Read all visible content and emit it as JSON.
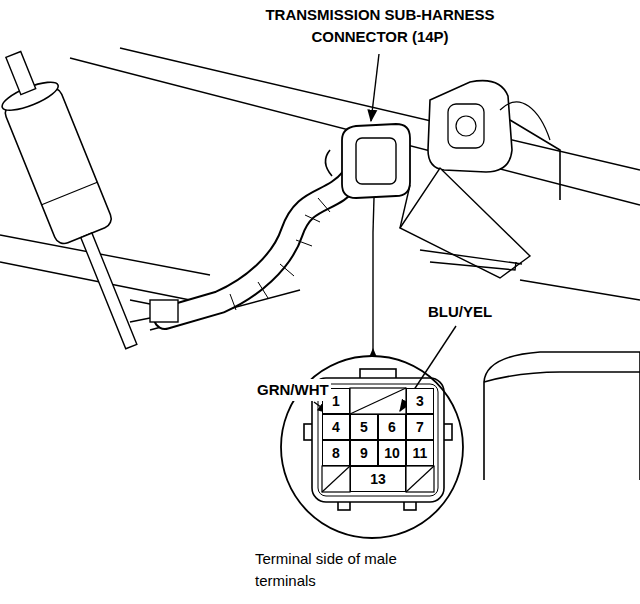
{
  "diagram": {
    "nodes": [
      {
        "text": [
          "Terminal side of male terminals"
        ]
      },
      {
        "text": [
          "1"
        ],
        "in": 0
      },
      {
        "text": [
          "3"
        ],
        "in": 0
      },
      {
        "text": [
          "4"
        ],
        "in": 0
      },
      {
        "text": [
          "5"
        ],
        "in": 0
      },
      {
        "text": [
          "6"
        ],
        "in": 0
      },
      {
        "text": [
          "7"
        ],
        "in": 0
      },
      {
        "text": [
          "8"
        ],
        "in": 0
      },
      {
        "text": [
          "9"
        ],
        "in": 0
      },
      {
        "text": [
          "10"
        ],
        "in": 0
      },
      {
        "text": [
          "11"
        ],
        "in": 0
      },
      {
        "text": [
          "13"
        ],
        "in": 0
      }
    ],
    "labels": [
      "TRANSMISSION SUB-HARNESS CONNECTOR (14P)",
      "BLU/YEL",
      "GRN/WHT"
    ]
  }
}
